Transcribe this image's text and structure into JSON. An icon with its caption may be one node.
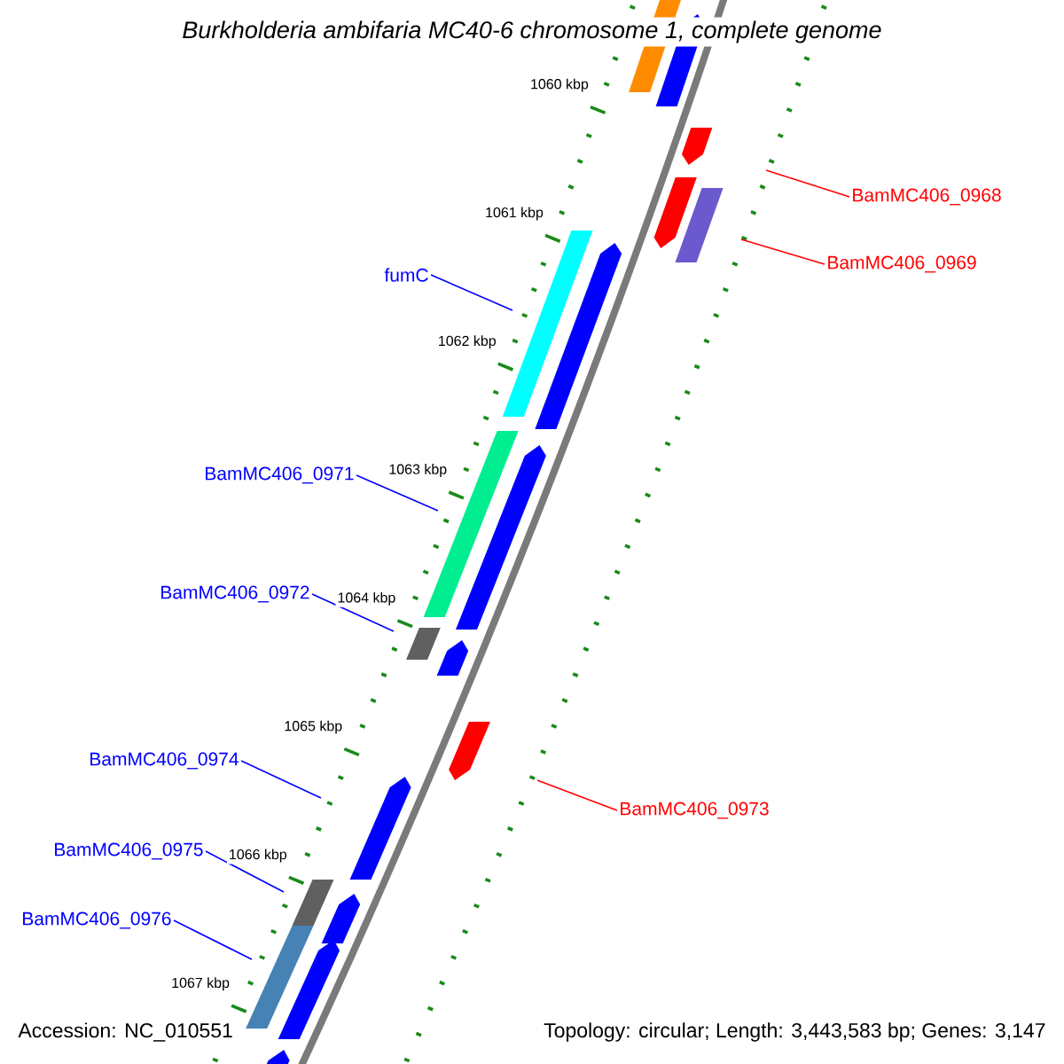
{
  "diagram": {
    "title": "Burkholderia ambifaria MC40-6 chromosome 1, complete genome",
    "nodes": [
      {
        "text": [
          "BamMC406_0968"
        ]
      },
      {
        "text": [
          "BamMC406_0969"
        ]
      },
      {
        "text": [
          "fumC"
        ]
      },
      {
        "text": [
          "BamMC406_0971"
        ]
      },
      {
        "text": [
          "BamMC406_0972"
        ]
      },
      {
        "text": [
          "BamMC406_0974"
        ]
      },
      {
        "text": [
          "BamMC406_0973"
        ]
      },
      {
        "text": [
          "BamMC406_0975"
        ]
      },
      {
        "text": [
          "BamMC406_0976"
        ]
      }
    ],
    "edges": [
      {
        "from": 0,
        "to": null,
        "arrow": "none",
        "color": "#ff0000"
      },
      {
        "from": 1,
        "to": null,
        "arrow": "none",
        "color": "#ff0000"
      },
      {
        "from": 2,
        "to": null,
        "arrow": "none"
      },
      {
        "from": 3,
        "to": null,
        "arrow": "none"
      },
      {
        "from": 4,
        "to": null,
        "arrow": "none"
      },
      {
        "from": 5,
        "to": null,
        "arrow": "none"
      },
      {
        "from": 6,
        "to": null,
        "arrow": "none",
        "color": "#ff0000"
      },
      {
        "from": 7,
        "to": null,
        "arrow": "none"
      },
      {
        "from": 8,
        "to": null,
        "arrow": "none"
      }
    ],
    "labels": [
      "1060 kbp",
      "1061 kbp",
      "1062 kbp",
      "1063 kbp",
      "1064 kbp",
      "1065 kbp",
      "1066 kbp",
      "1067 kbp",
      "Accession: NC_010551",
      "Topology: circular; Length: 3,443,583 bp; Genes: 3,147"
    ]
  }
}
